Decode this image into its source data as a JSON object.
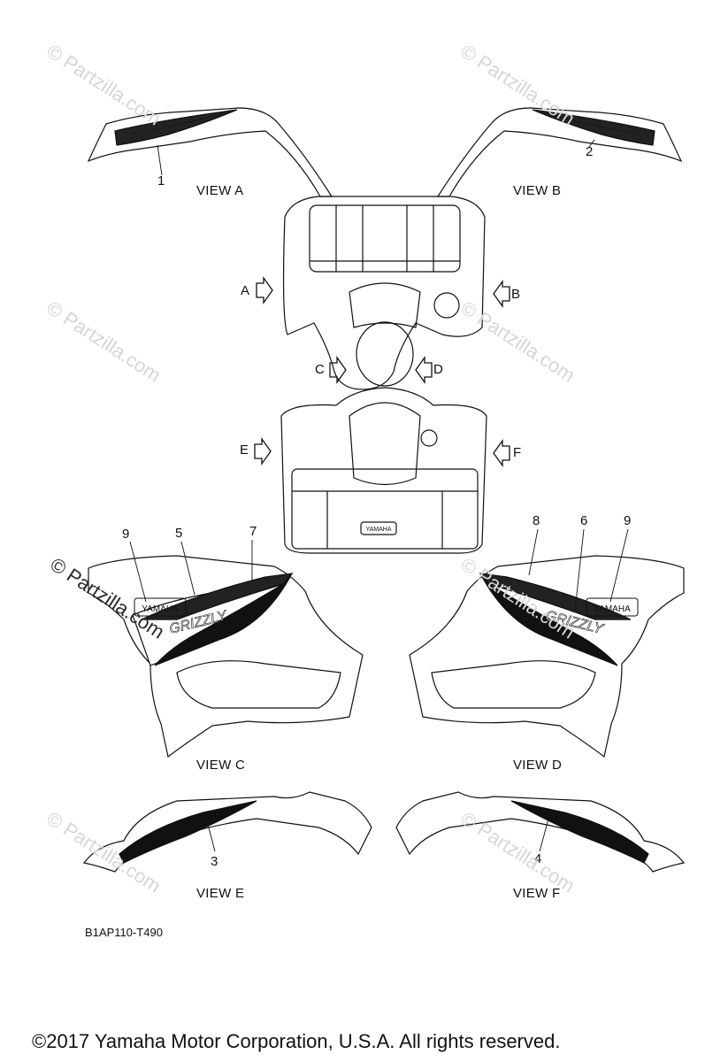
{
  "views": {
    "a": "VIEW A",
    "b": "VIEW B",
    "c": "VIEW C",
    "d": "VIEW D",
    "e": "VIEW E",
    "f": "VIEW F"
  },
  "callouts": [
    "1",
    "2",
    "3",
    "4",
    "5",
    "6",
    "7",
    "8",
    "9",
    "9"
  ],
  "arrows": {
    "a": "A",
    "b": "B",
    "c": "C",
    "d": "D",
    "e": "E",
    "f": "F"
  },
  "decal_text": {
    "brand": "YAMAHA",
    "model": "GRIZZLY",
    "rear_badge": "YAMAHA"
  },
  "watermark": "© Partzilla.com",
  "diagram_code": "B1AP110-T490",
  "copyright": "©2017  Yamaha Motor Corporation, U.S.A. All rights reserved."
}
